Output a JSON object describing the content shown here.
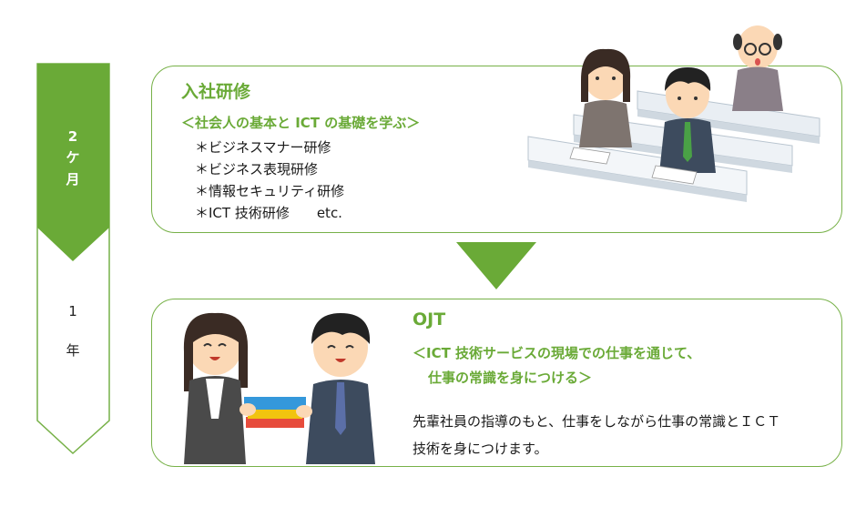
{
  "timeline": {
    "first_period": [
      "2",
      "ケ",
      "月"
    ],
    "second_period": [
      "1",
      "年"
    ],
    "accent_color": "#6aaa37"
  },
  "stage1": {
    "title": "入社研修",
    "subtitle": "＜社会人の基本と ICT の基礎を学ぶ＞",
    "items": [
      "＊ビジネスマナー研修",
      "＊ビジネス表現研修",
      "＊情報セキュリティ研修",
      "＊ICT 技術研修　　etc."
    ],
    "illustration": "classroom-training-illustration"
  },
  "stage2": {
    "title": "OJT",
    "subtitle_line1": "＜ICT 技術サービスの現場での仕事を通じて、",
    "subtitle_line2": "仕事の常識を身につける＞",
    "description_line1": "先輩社員の指導のもと、仕事をしながら仕事の常識とＩＣＴ",
    "description_line2": "技術を身につけます。",
    "illustration": "handover-book-illustration"
  },
  "colors": {
    "green": "#6aaa37",
    "border": "#77b148"
  }
}
